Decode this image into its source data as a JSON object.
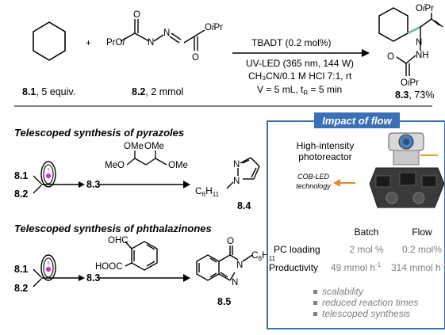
{
  "top": {
    "plus": "+",
    "r1": {
      "num": "8.1",
      "label": ", 5 equiv."
    },
    "r2": {
      "num": "8.2",
      "label": ", 2 mmol",
      "left_group": "PrO",
      "left_i": "i",
      "right_group": "O",
      "right_i": "i",
      "right_pr": "Pr"
    },
    "cond1": "TBADT (0.2 mol%)",
    "cond2": "UV-LED (365 nm, 144 W)",
    "cond3": "CH₃CN/0.1 M HCl 7:1, rt",
    "cond4_a": "V = 5 mL, t",
    "cond4_sub": "R",
    "cond4_b": " = 5 min",
    "prod": {
      "num": "8.3",
      "label": ", 73%",
      "oipr": "O",
      "i": "i",
      "pr": "Pr",
      "nh": "NH",
      "n": "N"
    }
  },
  "pyrazoles": {
    "title": "Telescoped synthesis of pyrazoles",
    "in1": "8.1",
    "in2": "8.2",
    "mid": "8.3",
    "ome": "OMe",
    "meo": "MeO",
    "c6": "C",
    "c6sub": "6",
    "h11": "H",
    "h11sub": "11",
    "n": "N",
    "product": "8.4"
  },
  "phthalazinones": {
    "title": "Telescoped synthesis of phthalazinones",
    "in1": "8.1",
    "in2": "8.2",
    "mid": "8.3",
    "ohc": "OHC",
    "hooc": "HOOC",
    "o": "O",
    "n": "N",
    "c6": "C",
    "c6sub": "6",
    "h11": "H",
    "h11sub": "11",
    "product": "8.5"
  },
  "impact": {
    "title": "Impact of flow",
    "photo1": "High-intensity",
    "photo2": "photoreactor",
    "cob1": "COB-LED",
    "cob2": "technology",
    "col_batch": "Batch",
    "col_flow": "Flow",
    "row1_label": "PC loading",
    "row1_batch": "2 mol %",
    "row1_flow": "0.2 mol%",
    "row2_label": "Productivity",
    "row2_batch": "49 mmol h",
    "row2_flow": "314 mmol h",
    "exp": "-1",
    "bullets": [
      "scalability",
      "reduced reaction times",
      "telescoped synthesis"
    ]
  },
  "colors": {
    "box_border": "#3a70b8",
    "title_bg": "#3a70b8",
    "orange_arrow": "#e8872a",
    "bond_green": "#7fb8a8",
    "grey_text": "#7f7f7f"
  }
}
